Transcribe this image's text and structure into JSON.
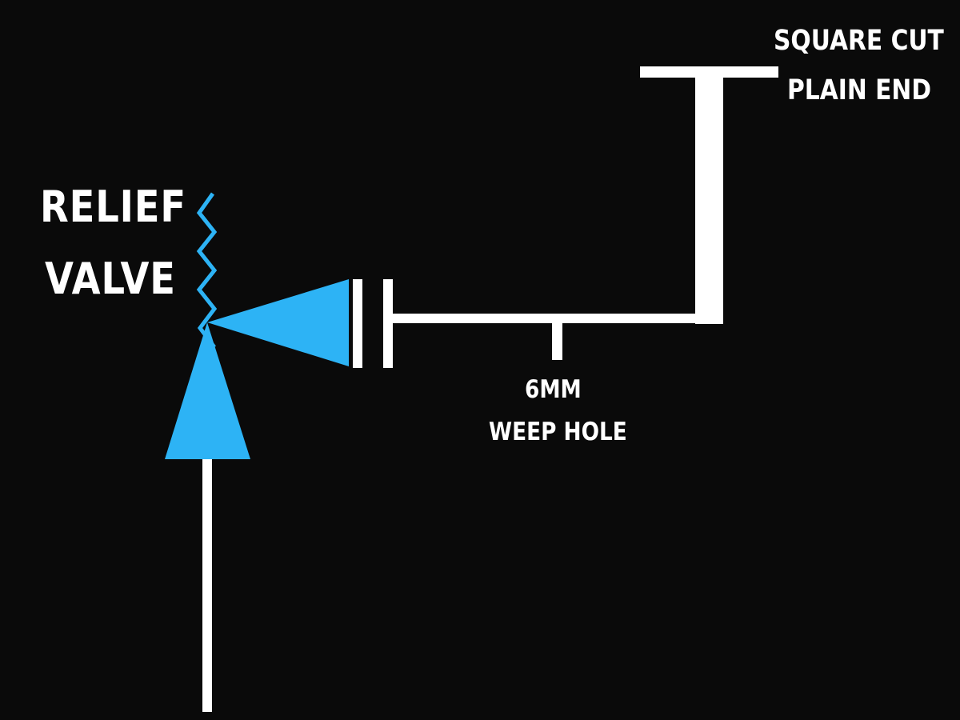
{
  "labels": {
    "relief_valve_line1": "RELIEF",
    "relief_valve_line2": "VALVE",
    "square_cut_line1": "SQUARE CUT",
    "square_cut_line2": "PLAIN END",
    "weep_hole_line1": "6MM",
    "weep_hole_line2": "WEEP HOLE"
  },
  "colors": {
    "background": "#0a0a0a",
    "pipe": "#ffffff",
    "valve": "#2db3f5",
    "text": "#ffffff"
  }
}
